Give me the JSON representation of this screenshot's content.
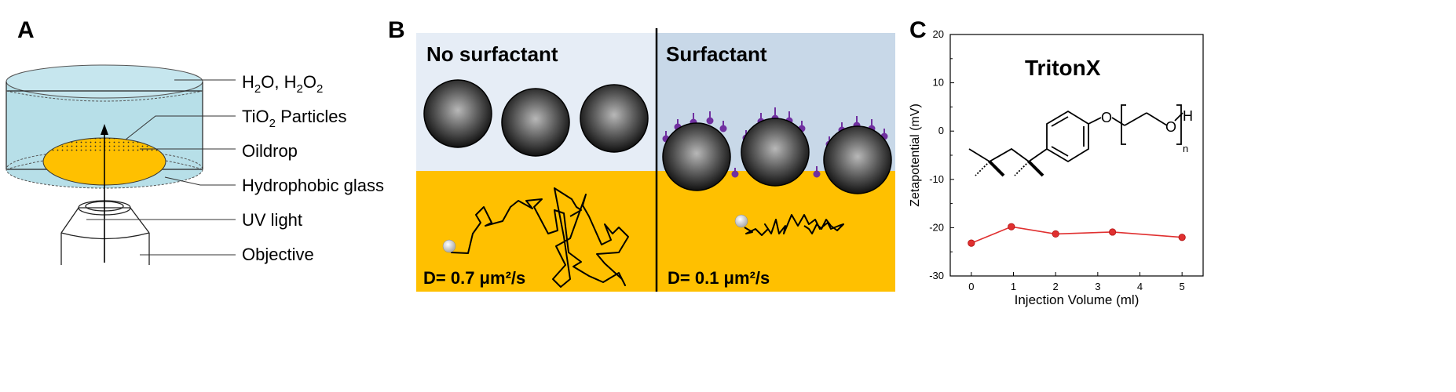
{
  "panels": {
    "a": {
      "letter": "A"
    },
    "b": {
      "letter": "B"
    },
    "c": {
      "letter": "C"
    }
  },
  "panel_a": {
    "labels": {
      "water_main": "H",
      "water_sub": "2",
      "water_mid": "O, H",
      "peroxide_sub": "2",
      "peroxide_end": "O",
      "peroxide_sub2": "2",
      "tio2_main": "TiO",
      "tio2_sub": "2",
      "tio2_end": " Particles",
      "oildrop": "Oildrop",
      "glass": "Hydrophobic glass",
      "uv": "UV light",
      "objective": "Objective"
    }
  },
  "panel_b": {
    "left_title": "No surfactant",
    "right_title": "Surfactant",
    "left_diffusion": "D= 0.7 μm²/s",
    "right_diffusion": "D= 0.1 μm²/s",
    "colors": {
      "water_left": "#e6edf6",
      "water_right": "#c8d8e8",
      "oil": "#ffc000",
      "surfactant": "#7030a0"
    }
  },
  "panel_c": {
    "title": "TritonX",
    "molecule_labels": {
      "oxygen1": "O",
      "oxygen2": "O",
      "hydrogen": "H",
      "n": "n"
    }
  },
  "chart_data": {
    "type": "line",
    "xlabel": "Injection Volume (ml)",
    "ylabel": "Zetapotential (mV)",
    "xlim": [
      -0.5,
      5.5
    ],
    "ylim": [
      -30,
      20
    ],
    "xticks": [
      0,
      1,
      2,
      3,
      4,
      5
    ],
    "yticks": [
      -30,
      -20,
      -10,
      0,
      10,
      20
    ],
    "grid": false,
    "series": [
      {
        "color": "#e03030",
        "x": [
          0,
          0.95,
          2,
          3.35,
          5
        ],
        "y": [
          -23.2,
          -19.8,
          -21.3,
          -20.9,
          -22.0
        ]
      }
    ]
  }
}
